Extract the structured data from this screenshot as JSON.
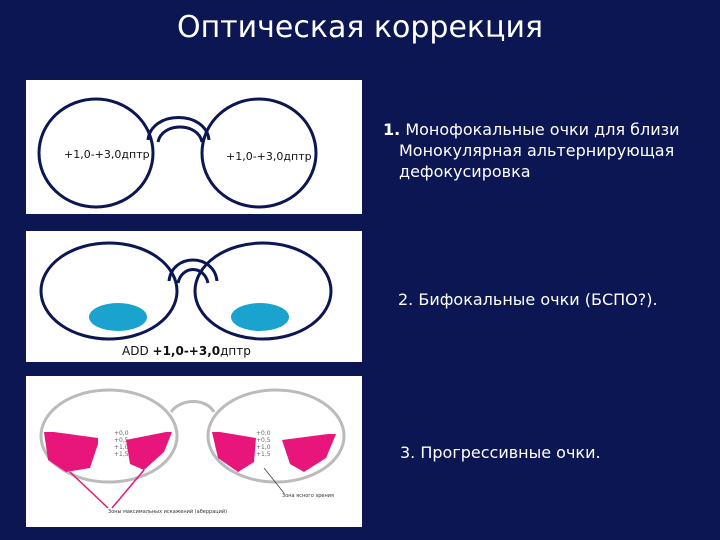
{
  "slide": {
    "title": "Оптическая коррекция"
  },
  "panel1": {
    "left_lens_label": "+1,0-+3,0дптр",
    "right_lens_label": "+1,0-+3,0дптр"
  },
  "panel2": {
    "add_prefix": "ADD ",
    "add_value": "+1,0-+3,0",
    "add_unit": "дптр",
    "segment_color": "#1aa3cf"
  },
  "panel3": {
    "left_powers": [
      "+0,0",
      "+0,5",
      "+1,0",
      "+1,5"
    ],
    "right_powers": [
      "+0,0",
      "+0,5",
      "+1,0",
      "+1,5"
    ],
    "clear_zone_label": "Зона ясного зрения",
    "aberration_zone_label": "Зоны максимальных искажений (аберраций)",
    "aberration_color": "#e8157a"
  },
  "items": {
    "item1_number": "1.",
    "item1_line1": "Монофокальные очки для близи",
    "item1_line2": "Монокулярная альтернирующая",
    "item1_line3": "дефокусировка",
    "item2": "2. Бифокальные очки (БСПО?).",
    "item3": "3. Прогрессивные очки."
  },
  "colors": {
    "background": "#0b1652",
    "frame": "#0b1652"
  }
}
